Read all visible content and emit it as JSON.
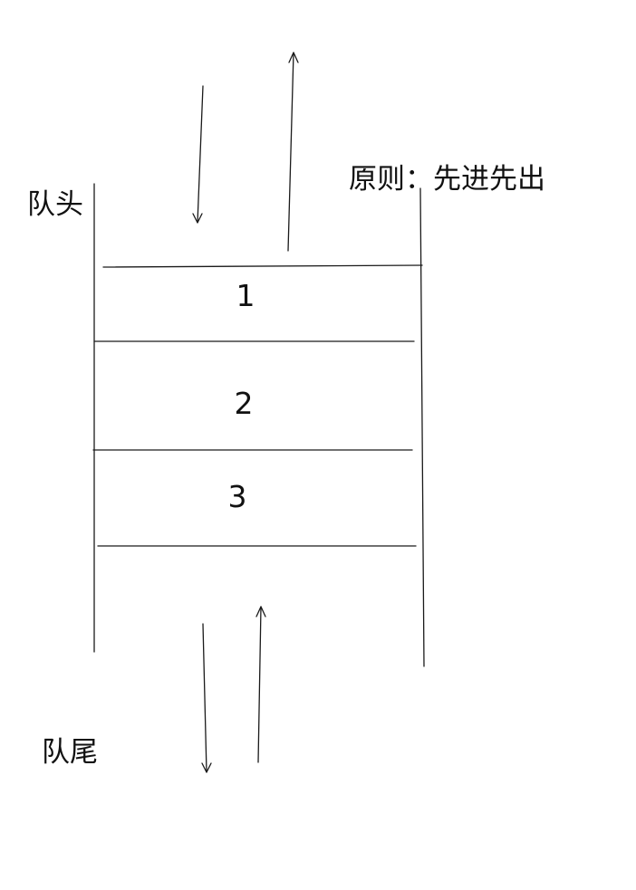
{
  "labels": {
    "head": "队头",
    "tail": "队尾",
    "principle": "原则：先进先出"
  },
  "items": [
    "1",
    "2",
    "3"
  ]
}
